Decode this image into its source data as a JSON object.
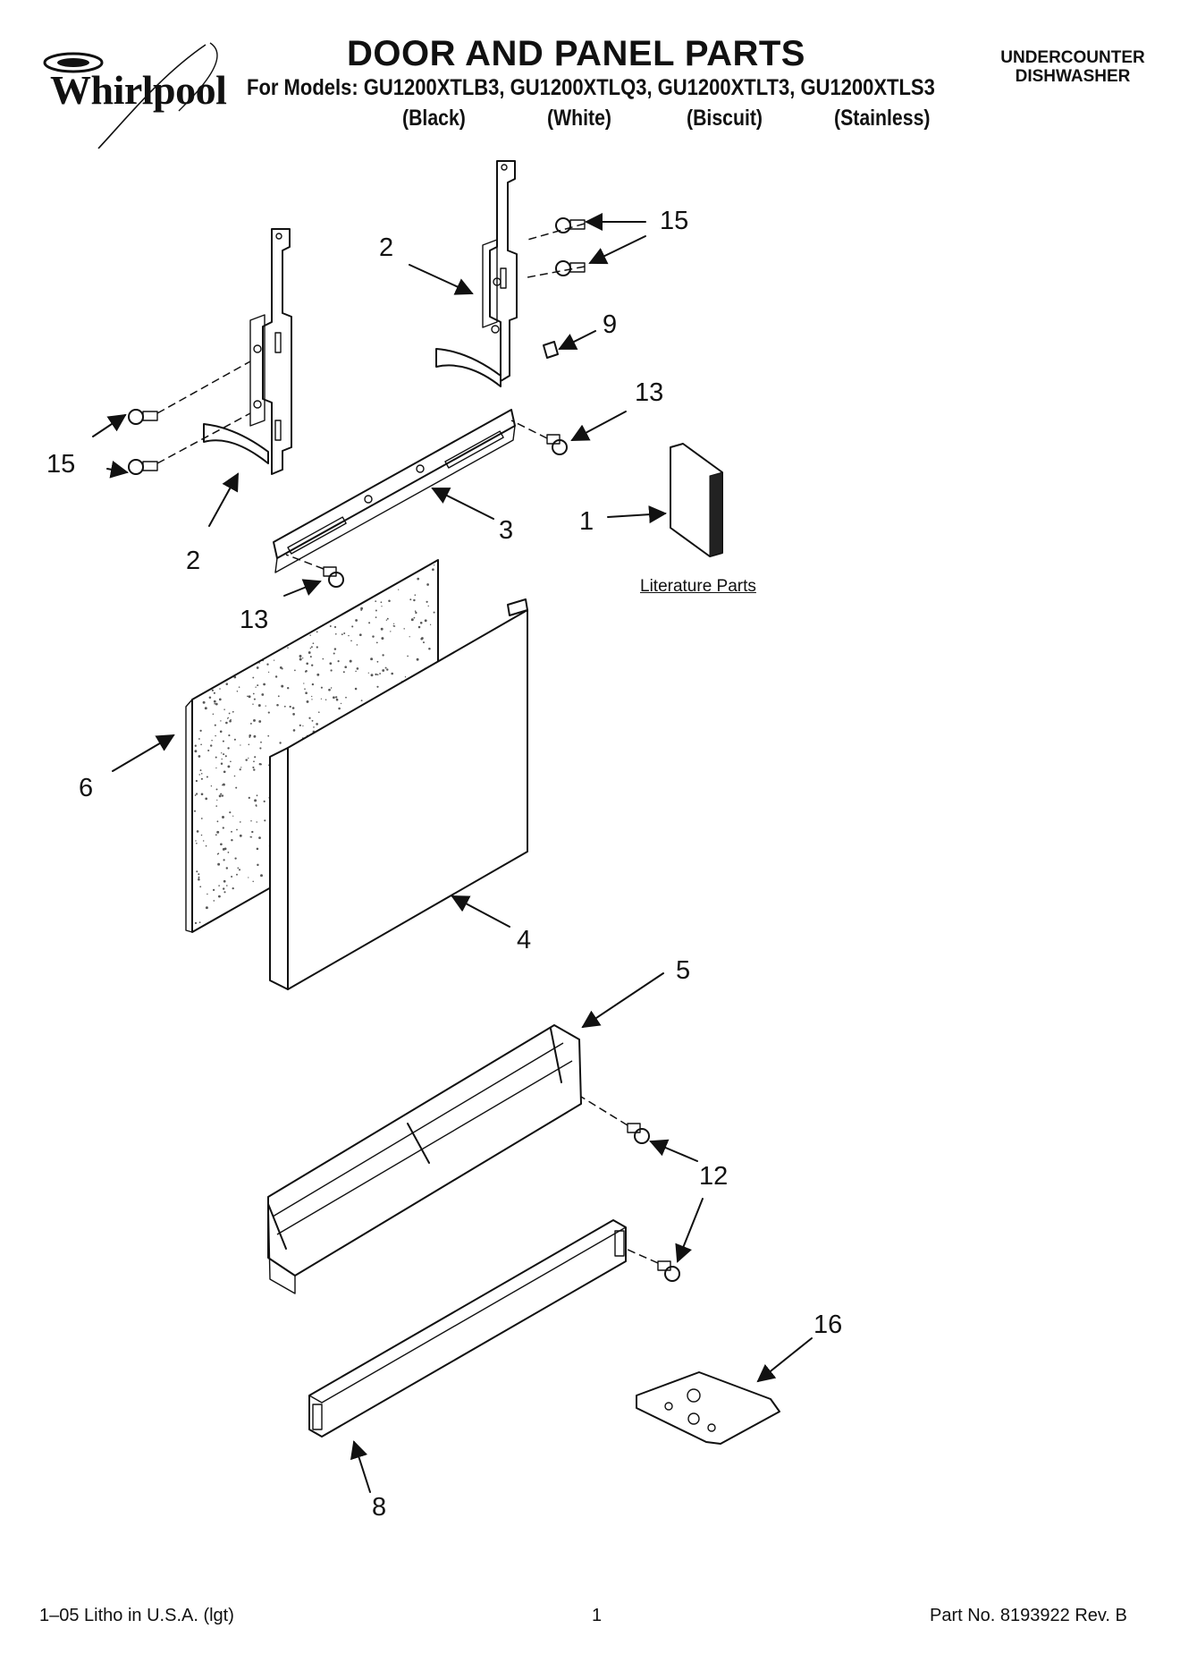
{
  "header": {
    "brand": "Whirlpool",
    "title": "DOOR AND PANEL PARTS",
    "models_line": "For Models: GU1200XTLB3, GU1200XTLQ3, GU1200XTLT3, GU1200XTLS3",
    "variants": [
      "(Black)",
      "(White)",
      "(Biscuit)",
      "(Stainless)"
    ],
    "appliance_line1": "UNDERCOUNTER",
    "appliance_line2": "DISHWASHER"
  },
  "callouts": {
    "c15_top": "15",
    "c2_top": "2",
    "c9": "9",
    "c13_right": "13",
    "c15_left": "15",
    "c1": "1",
    "c3": "3",
    "c2_bottom": "2",
    "c13_left": "13",
    "c6": "6",
    "c4": "4",
    "c5": "5",
    "c12": "12",
    "c16": "16",
    "c8": "8"
  },
  "literature_caption": "Literature Parts",
  "footer": {
    "left": "1–05 Litho in U.S.A. (lgt)",
    "center": "1",
    "right": "Part No. 8193922 Rev. B"
  }
}
